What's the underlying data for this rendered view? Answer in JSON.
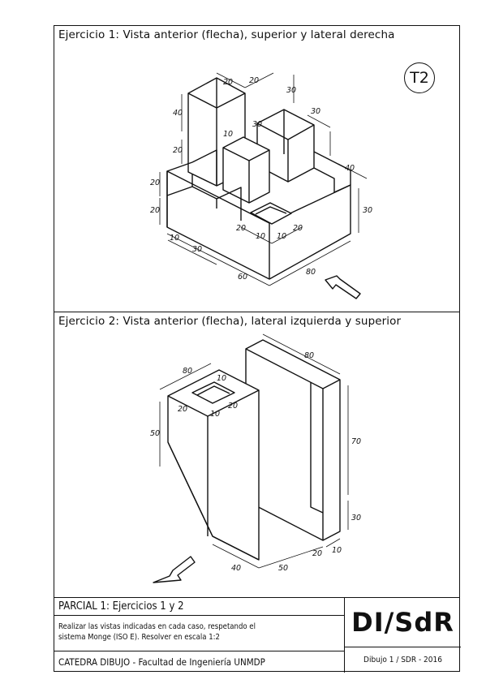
{
  "exercise_1": {
    "title": "Ejercicio 1: Vista anterior (flecha), superior y lateral derecha",
    "badge": "T2",
    "dims": [
      "20",
      "20",
      "30",
      "40",
      "10",
      "30",
      "30",
      "20",
      "40",
      "20",
      "20",
      "30",
      "20",
      "10",
      "10",
      "20",
      "10",
      "30",
      "60",
      "80"
    ]
  },
  "exercise_2": {
    "title": "Ejercicio 2: Vista anterior (flecha), lateral izquierda y superior",
    "dims": [
      "80",
      "80",
      "10",
      "20",
      "10",
      "20",
      "50",
      "70",
      "30",
      "20",
      "10",
      "40",
      "50"
    ]
  },
  "title_block": {
    "heading": "PARCIAL 1: Ejercicios 1 y 2",
    "instructions_line1": "Realizar las vistas indicadas en cada caso, respetando el",
    "instructions_line2": "sistema Monge (ISO E). Resolver en escala 1:2",
    "department": "CATEDRA DIBUJO - Facultad de Ingeniería UNMDP",
    "brand": "DI/SdR",
    "sheet_label": "Dibujo 1 / SDR - 2016"
  }
}
